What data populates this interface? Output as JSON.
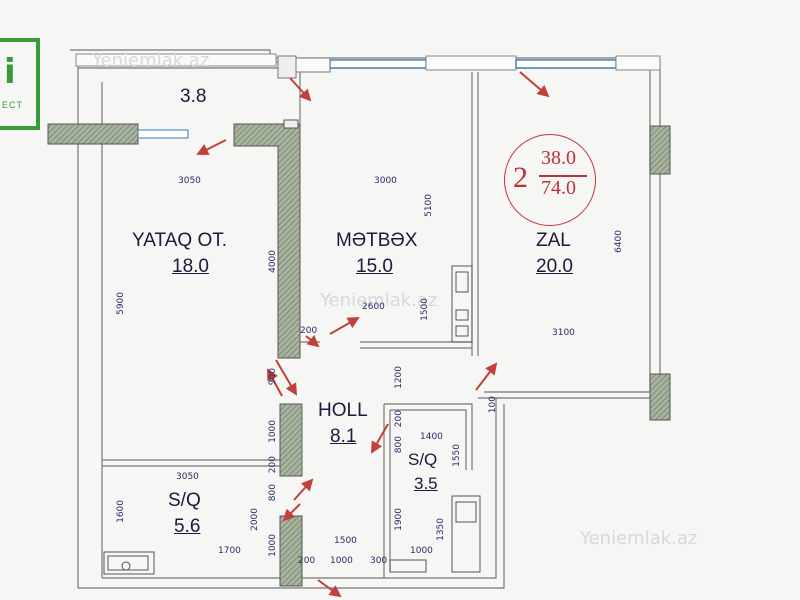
{
  "brand": {
    "logo_glyph": "i",
    "logo_text": "ECT",
    "color": "#3a9a3a"
  },
  "watermarks": [
    "Yeniemlak.az",
    "Yeniemlak.az",
    "Yeniemlak.az"
  ],
  "rooms": {
    "balcony": {
      "area": "3.8"
    },
    "bedroom": {
      "name": "YATAQ OT.",
      "area": "18.0"
    },
    "kitchen": {
      "name": "MƏTBƏX",
      "area": "15.0"
    },
    "living": {
      "name": "ZAL",
      "area": "20.0"
    },
    "hall": {
      "name": "HOLL",
      "area": "8.1"
    },
    "bath1": {
      "name": "S/Q",
      "area": "5.6"
    },
    "bath2": {
      "name": "S/Q",
      "area": "3.5"
    }
  },
  "summary": {
    "rooms": "2",
    "living_area": "38.0",
    "total_area": "74.0",
    "color": "#c0303a"
  },
  "dimensions": {
    "d3050a": "3050",
    "d3000": "3000",
    "d5100": "5100",
    "d6400": "6400",
    "d4000": "4000",
    "d5900": "5900",
    "d200a": "200",
    "d2600": "2600",
    "d1500a": "1500",
    "d3100": "3100",
    "d1200": "1200",
    "d900": "900",
    "d1000a": "1000",
    "d200b": "200",
    "d100": "100",
    "d1400": "1400",
    "d800a": "800",
    "d1550": "1550",
    "d200c": "200",
    "d3050b": "3050",
    "d800b": "800",
    "d1600": "1600",
    "d2000": "2000",
    "d1900": "1900",
    "d1350": "1350",
    "d1700": "1700",
    "d1000b": "1000",
    "d1500b": "1500",
    "d200d": "200",
    "d1000c": "1000",
    "d300": "300",
    "d1000d": "1000"
  },
  "colors": {
    "wall": "#777777",
    "hatch": "#8a9a80",
    "window": "#3a7ab0",
    "door_arrow": "#c0403a",
    "text": "#1a1a3a"
  }
}
